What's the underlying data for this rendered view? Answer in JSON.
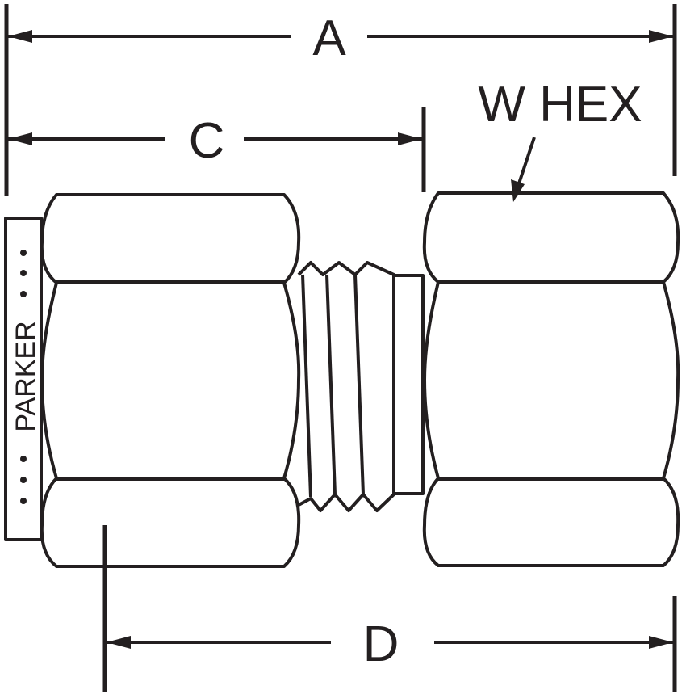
{
  "diagram": {
    "dimension_labels": {
      "a": "A",
      "c": "C",
      "d": "D",
      "w_hex": "W HEX"
    },
    "brand_marking": "PARKER",
    "line_color": "#231f20"
  }
}
